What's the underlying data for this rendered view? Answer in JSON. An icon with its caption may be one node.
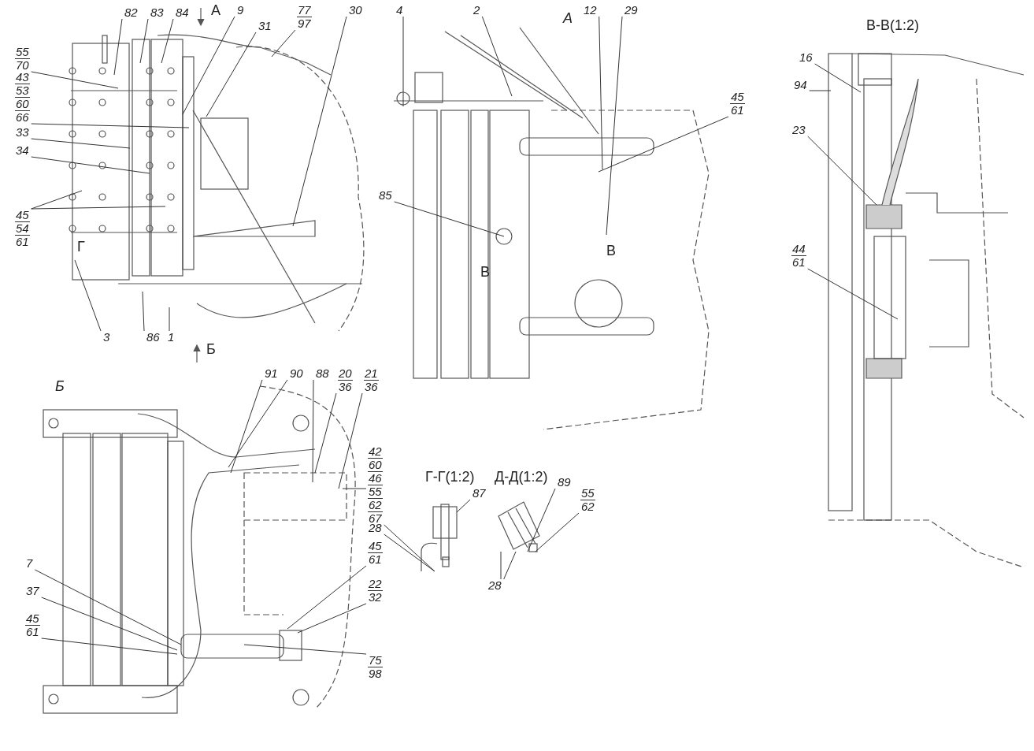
{
  "diagram": {
    "nodes": [
      {
        "text": [
          "82"
        ]
      },
      {
        "text": [
          "83"
        ]
      },
      {
        "text": [
          "84"
        ]
      },
      {
        "text": [
          "9"
        ]
      },
      {
        "text": [
          "31"
        ]
      },
      {
        "text": [
          "77",
          "97"
        ]
      },
      {
        "text": [
          "30"
        ]
      },
      {
        "text": [
          "55",
          "70"
        ]
      },
      {
        "text": [
          "43",
          "53",
          "60",
          "66"
        ]
      },
      {
        "text": [
          "33"
        ]
      },
      {
        "text": [
          "34"
        ]
      },
      {
        "text": [
          "45",
          "54",
          "61"
        ]
      },
      {
        "text": [
          "3"
        ]
      },
      {
        "text": [
          "86"
        ]
      },
      {
        "text": [
          "1"
        ]
      },
      {
        "text": [
          "4"
        ]
      },
      {
        "text": [
          "2"
        ]
      },
      {
        "text": [
          "12"
        ]
      },
      {
        "text": [
          "29"
        ]
      },
      {
        "text": [
          "45",
          "61"
        ]
      },
      {
        "text": [
          "85"
        ]
      },
      {
        "text": [
          "16"
        ]
      },
      {
        "text": [
          "94"
        ]
      },
      {
        "text": [
          "23"
        ]
      },
      {
        "text": [
          "44",
          "61"
        ]
      },
      {
        "text": [
          "91"
        ]
      },
      {
        "text": [
          "90"
        ]
      },
      {
        "text": [
          "88"
        ]
      },
      {
        "text": [
          "20",
          "36"
        ]
      },
      {
        "text": [
          "21",
          "36"
        ]
      },
      {
        "text": [
          "42",
          "60",
          "46",
          "55",
          "62",
          "67"
        ]
      },
      {
        "text": [
          "28"
        ]
      },
      {
        "text": [
          "45",
          "61"
        ]
      },
      {
        "text": [
          "22",
          "32"
        ]
      },
      {
        "text": [
          "75",
          "98"
        ]
      },
      {
        "text": [
          "7"
        ]
      },
      {
        "text": [
          "37"
        ]
      },
      {
        "text": [
          "45",
          "61"
        ]
      },
      {
        "text": [
          "87"
        ]
      },
      {
        "text": [
          "89"
        ]
      },
      {
        "text": [
          "55",
          "62"
        ]
      },
      {
        "text": [
          "28"
        ]
      },
      {
        "text": [],
        "shape": "picture"
      },
      {
        "text": [],
        "shape": "picture"
      }
    ],
    "edges": [
      {
        "from": 0,
        "to": null,
        "arrow": "none"
      },
      {
        "from": 1,
        "to": null,
        "arrow": "none"
      },
      {
        "from": 2,
        "to": null,
        "arrow": "none"
      },
      {
        "from": 3,
        "to": null,
        "arrow": "none"
      },
      {
        "from": 4,
        "to": null,
        "arrow": "none"
      },
      {
        "from": 5,
        "to": null,
        "arrow": "none"
      },
      {
        "from": 6,
        "to": null,
        "arrow": "none"
      },
      {
        "from": 7,
        "to": null,
        "arrow": "none"
      },
      {
        "from": 8,
        "to": null,
        "arrow": "none"
      },
      {
        "from": 9,
        "to": null,
        "arrow": "none"
      },
      {
        "from": 10,
        "to": null,
        "arrow": "none"
      },
      {
        "from": 11,
        "to": null,
        "arrow": "none"
      },
      {
        "from": 11,
        "to": null,
        "arrow": "none"
      },
      {
        "from": 12,
        "to": null,
        "arrow": "none"
      },
      {
        "from": 13,
        "to": null,
        "arrow": "none"
      },
      {
        "from": 14,
        "to": null,
        "arrow": "none"
      },
      {
        "from": 15,
        "to": null,
        "arrow": "none"
      },
      {
        "from": 16,
        "to": null,
        "arrow": "none"
      },
      {
        "from": 17,
        "to": null,
        "arrow": "none"
      },
      {
        "from": 18,
        "to": null,
        "arrow": "none"
      },
      {
        "from": 19,
        "to": null,
        "arrow": "none"
      },
      {
        "from": 20,
        "to": null,
        "arrow": "none"
      },
      {
        "from": 21,
        "to": null,
        "arrow": "none"
      },
      {
        "from": 22,
        "to": null,
        "arrow": "none"
      },
      {
        "from": 23,
        "to": null,
        "arrow": "none"
      },
      {
        "from": 24,
        "to": null,
        "arrow": "none"
      },
      {
        "from": 25,
        "to": null,
        "arrow": "none"
      },
      {
        "from": 26,
        "to": null,
        "arrow": "none"
      },
      {
        "from": 27,
        "to": null,
        "arrow": "none"
      },
      {
        "from": 28,
        "to": null,
        "arrow": "none"
      },
      {
        "from": 29,
        "to": null,
        "arrow": "none"
      },
      {
        "from": 30,
        "to": null,
        "arrow": "none"
      },
      {
        "from": 30,
        "to": 42,
        "arrow": "none"
      },
      {
        "from": 31,
        "to": 42,
        "arrow": "none"
      },
      {
        "from": 32,
        "to": null,
        "arrow": "none"
      },
      {
        "from": 33,
        "to": null,
        "arrow": "none"
      },
      {
        "from": 34,
        "to": null,
        "arrow": "none"
      },
      {
        "from": 35,
        "to": null,
        "arrow": "none"
      },
      {
        "from": 36,
        "to": null,
        "arrow": "none"
      },
      {
        "from": 37,
        "to": null,
        "arrow": "none"
      },
      {
        "from": 38,
        "to": 42,
        "arrow": "none"
      },
      {
        "from": 39,
        "to": 43,
        "arrow": "none"
      },
      {
        "from": 40,
        "to": 43,
        "arrow": "none"
      },
      {
        "from": 41,
        "to": 43,
        "arrow": "none"
      },
      {
        "from": 41,
        "to": 43,
        "arrow": "none"
      }
    ],
    "labels": [
      "А",
      "А",
      "В-В(1:2)",
      "Г",
      "В",
      "В",
      "Б",
      "Б",
      "Г-Г(1:2)",
      "Д-Д(1:2)"
    ]
  }
}
